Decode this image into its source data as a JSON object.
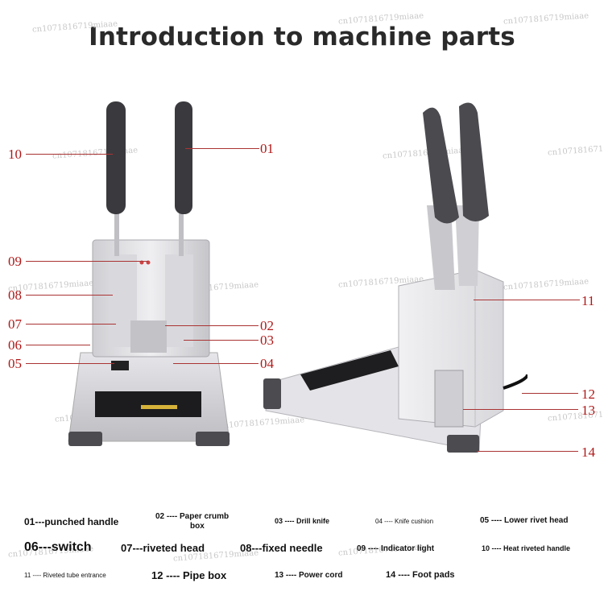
{
  "title": "Introduction to machine parts",
  "watermark": "cn1071816719miaae",
  "watermark_short": "cn1071816715",
  "callouts": [
    "01",
    "02",
    "03",
    "04",
    "05",
    "06",
    "07",
    "08",
    "09",
    "10",
    "11",
    "12",
    "13",
    "14"
  ],
  "legend": {
    "p01": "01---punched handle",
    "p02a": "02 ---- Paper crumb",
    "p02b": "box",
    "p03": "03 ---- Drill knife",
    "p04": "04 ---- Knife cushion",
    "p05": "05 ---- Lower rivet head",
    "p06": "06---switch",
    "p07": "07---riveted head",
    "p08": "08---fixed needle",
    "p09": "09 ---- Indicator light",
    "p10": "10 ---- Heat riveted handle",
    "p11": "11 ---- Riveted tube entrance",
    "p12": "12 ---- Pipe box",
    "p13": "13 ---- Power cord",
    "p14": "14 ---- Foot pads"
  },
  "colors": {
    "callout": "#b01818",
    "machine_body": "#e9e9ec",
    "handle": "#3a3a3e",
    "base": "#dcdcdf"
  }
}
